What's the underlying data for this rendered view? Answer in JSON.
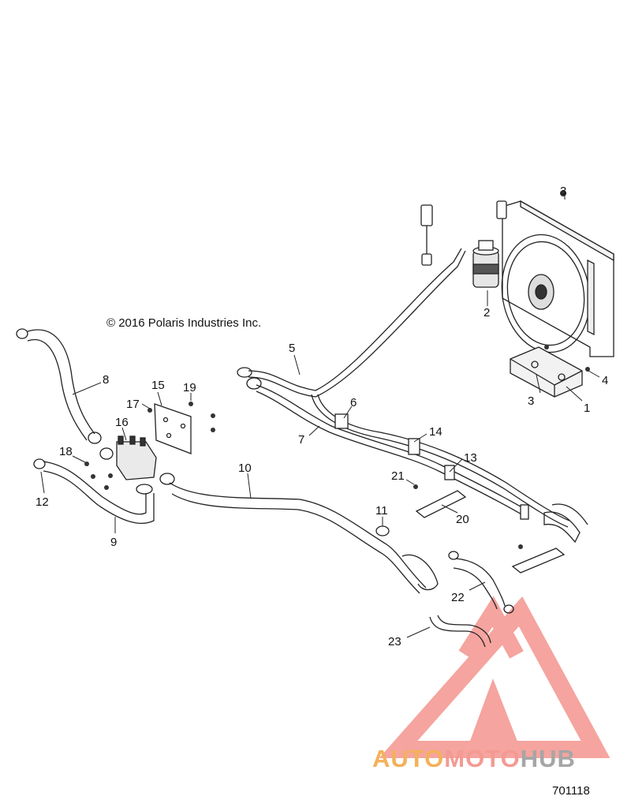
{
  "copyright": "© 2016 Polaris Industries Inc.",
  "diagram_id": "701118",
  "callouts": [
    "1",
    "2",
    "3",
    "3",
    "4",
    "5",
    "6",
    "7",
    "8",
    "9",
    "10",
    "11",
    "12",
    "13",
    "14",
    "15",
    "16",
    "17",
    "18",
    "19",
    "20",
    "21",
    "22",
    "23"
  ],
  "watermark": {
    "part1": "AUTO",
    "part2": "MOTO",
    "part3": "HUB",
    "colors": {
      "auto": "#f3b15a",
      "moto": "#f49a93",
      "hub": "#a6a6a6"
    }
  }
}
